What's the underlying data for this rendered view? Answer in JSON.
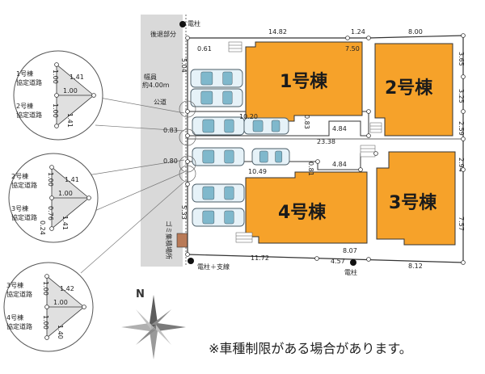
{
  "road": {
    "width_label_line1": "幅員",
    "width_label_line2": "約4.00m",
    "name": "公道",
    "setback": "後退部分",
    "pole_top": "電柱",
    "trash": "ゴミ集積場所"
  },
  "buildings": [
    "1号棟",
    "2号棟",
    "3号棟",
    "4号棟"
  ],
  "dimensions": {
    "top_setback": "0.61",
    "top_1": "14.82",
    "top_2": "1.24",
    "top_3": "8.00",
    "b1_gap": "7.50",
    "right_1": "3.65",
    "right_2": "3.25",
    "right_3": "2.59",
    "right_4": "2.94",
    "right_5": "7.57",
    "left_top": "5.04",
    "left_bottom": "5.33",
    "drive1_len": "10.20",
    "drive1_w": "0.83",
    "drive1_end": "4.84",
    "mid_len": "23.38",
    "drive2_len": "10.49",
    "drive2_w": "0.81",
    "drive2_end": "4.84",
    "frontage_1": "0.83",
    "frontage_2": "0.80",
    "bottom_1": "11.72",
    "bottom_2": "4.57",
    "bottom_3": "8.12",
    "b3_bottom": "8.07"
  },
  "poles": {
    "bottom_left": "電柱＋支線",
    "bottom_mid": "電柱"
  },
  "insets": [
    {
      "upper_label": [
        "1号棟",
        "協定道路"
      ],
      "lower_label": [
        "2号棟",
        "協定道路"
      ],
      "values": [
        "1.00",
        "1.41",
        "1.00",
        "1.00",
        "1.41"
      ]
    },
    {
      "upper_label": [
        "2号棟",
        "協定道路"
      ],
      "lower_label": [
        "3号棟",
        "協定道路"
      ],
      "values": [
        "1.00",
        "1.41",
        "1.00",
        "0.76",
        "1.41",
        "0.24"
      ]
    },
    {
      "upper_label": [
        "3号棟",
        "協定道路"
      ],
      "lower_label": [
        "4号棟",
        "協定道路"
      ],
      "values": [
        "1.00",
        "1.42",
        "1.00",
        "1.00",
        "1.40"
      ]
    }
  ],
  "compass": "N",
  "note": "※車種制限がある場合があります。",
  "colors": {
    "building": "#f6a22a",
    "road": "#d9d9d9",
    "car_glass": "#7fb8cc"
  }
}
